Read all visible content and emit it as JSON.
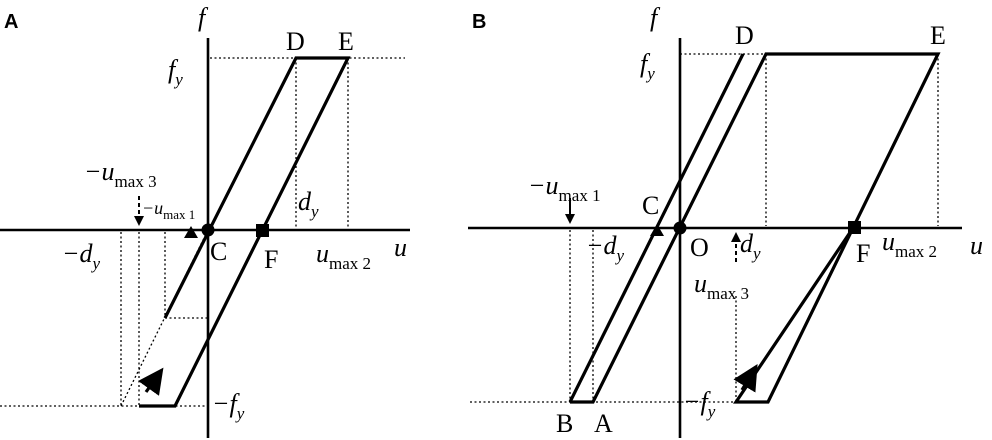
{
  "panels": [
    {
      "panel_label": "A",
      "axis_f": "f",
      "axis_u": "u",
      "points": [
        "D",
        "E",
        "C",
        "F"
      ],
      "labels": {
        "fy": "f",
        "fy_sub": "y",
        "neg_fy": "−f",
        "neg_fy_sub": "y",
        "dy": "d",
        "dy_sub": "y",
        "neg_dy": "−d",
        "neg_dy_sub": "y",
        "umax2": "u",
        "umax2_sub": "max 2",
        "neg_umax3": "−u",
        "neg_umax3_sub": "max 3",
        "neg_umax1": "−u",
        "neg_umax1_sub": "max 1"
      }
    },
    {
      "panel_label": "B",
      "axis_f": "f",
      "axis_u": "u",
      "points": [
        "D",
        "E",
        "C",
        "O",
        "F",
        "B",
        "A"
      ],
      "labels": {
        "fy": "f",
        "fy_sub": "y",
        "neg_fy": "−f",
        "neg_fy_sub": "y",
        "dy": "d",
        "dy_sub": "y",
        "neg_dy": "−d",
        "neg_dy_sub": "y",
        "umax2": "u",
        "umax2_sub": "max 2",
        "neg_umax1": "−u",
        "neg_umax1_sub": "max 1",
        "umax3": "u",
        "umax3_sub": "max 3"
      }
    }
  ]
}
